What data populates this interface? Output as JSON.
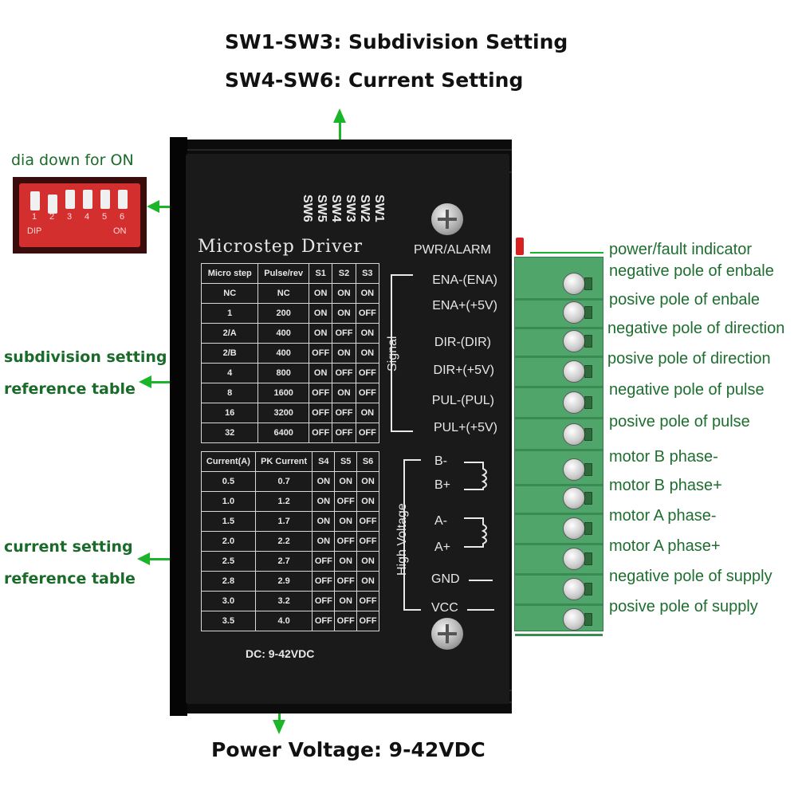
{
  "headings": {
    "subdivision": "SW1-SW3: Subdivision Setting",
    "current": "SW4-SW6: Current Setting",
    "power": "Power Voltage: 9-42VDC"
  },
  "dip": {
    "caption": "dia down for ON",
    "numbers": [
      "1",
      "2",
      "3",
      "4",
      "5",
      "6"
    ],
    "dip_text": "DIP",
    "on_text": "ON"
  },
  "left_callouts": {
    "subdivision_line1": "subdivision setting",
    "subdivision_line2": "reference table",
    "current_line1": "current setting",
    "current_line2": "reference table"
  },
  "driver": {
    "title": "Microstep Driver",
    "switch_labels": [
      "SW6",
      "SW5",
      "SW4",
      "SW3",
      "SW2",
      "SW1"
    ],
    "pwr_label": "PWR/ALARM",
    "dc_label": "DC: 9-42VDC",
    "signal_label": "Signal",
    "hv_label": "High Voltage",
    "signal_pins": [
      "ENA-(ENA)",
      "ENA+(+5V)",
      "DIR-(DIR)",
      "DIR+(+5V)",
      "PUL-(PUL)",
      "PUL+(+5V)"
    ],
    "motor_pins": [
      "B-",
      "B+",
      "A-",
      "A+"
    ],
    "gnd": "GND",
    "vcc": "VCC"
  },
  "microstep_table": {
    "headers": [
      "Micro step",
      "Pulse/rev",
      "S1",
      "S2",
      "S3"
    ],
    "rows": [
      [
        "NC",
        "NC",
        "ON",
        "ON",
        "ON"
      ],
      [
        "1",
        "200",
        "ON",
        "ON",
        "OFF"
      ],
      [
        "2/A",
        "400",
        "ON",
        "OFF",
        "ON"
      ],
      [
        "2/B",
        "400",
        "OFF",
        "ON",
        "ON"
      ],
      [
        "4",
        "800",
        "ON",
        "OFF",
        "OFF"
      ],
      [
        "8",
        "1600",
        "OFF",
        "ON",
        "OFF"
      ],
      [
        "16",
        "3200",
        "OFF",
        "OFF",
        "ON"
      ],
      [
        "32",
        "6400",
        "OFF",
        "OFF",
        "OFF"
      ]
    ]
  },
  "current_table": {
    "headers": [
      "Current(A)",
      "PK Current",
      "S4",
      "S5",
      "S6"
    ],
    "rows": [
      [
        "0.5",
        "0.7",
        "ON",
        "ON",
        "ON"
      ],
      [
        "1.0",
        "1.2",
        "ON",
        "OFF",
        "ON"
      ],
      [
        "1.5",
        "1.7",
        "ON",
        "ON",
        "OFF"
      ],
      [
        "2.0",
        "2.2",
        "ON",
        "OFF",
        "OFF"
      ],
      [
        "2.5",
        "2.7",
        "OFF",
        "ON",
        "ON"
      ],
      [
        "2.8",
        "2.9",
        "OFF",
        "OFF",
        "ON"
      ],
      [
        "3.0",
        "3.2",
        "OFF",
        "ON",
        "OFF"
      ],
      [
        "3.5",
        "4.0",
        "OFF",
        "OFF",
        "OFF"
      ]
    ]
  },
  "right_callouts": [
    "power/fault indicator",
    "negative pole of enbale",
    "posive pole of enbale",
    "negative pole of direction",
    "posive pole of direction",
    "negative pole of pulse",
    "posive pole of pulse",
    "motor B phase-",
    "motor B phase+",
    "motor A phase-",
    "motor A phase+",
    "negative pole of supply",
    "posive pole of supply"
  ],
  "colors": {
    "callout_green": "#1e6e2f",
    "arrow_green": "#1bb52a",
    "terminal_green": "#4fa56a",
    "dip_red": "#d32f2f"
  }
}
